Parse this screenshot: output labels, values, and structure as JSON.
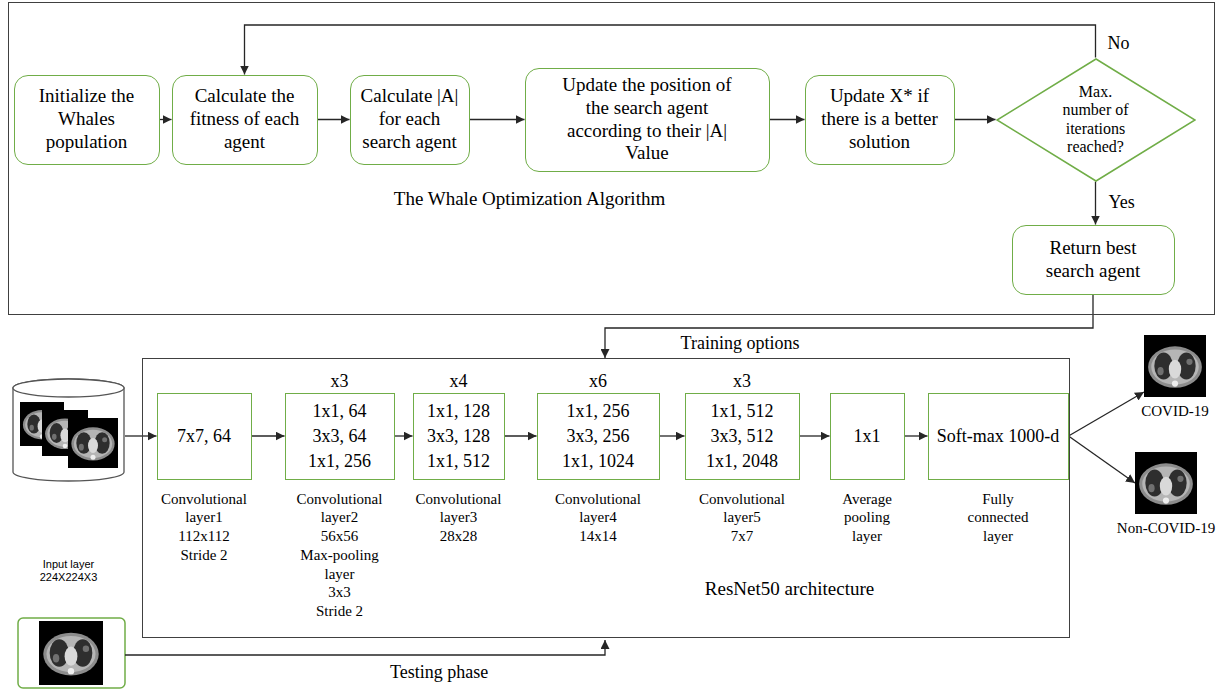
{
  "diagram": {
    "nodes": [
      {
        "text": [
          "The Whale Optimization Algorithm"
        ]
      },
      {
        "text": [
          "Initialize the Whales population"
        ],
        "in": 0
      },
      {
        "text": [
          "Calculate the fitness of each agent"
        ],
        "in": 0
      },
      {
        "text": [
          "Calculate |A| for each search agent"
        ],
        "in": 0
      },
      {
        "text": [
          "Update the position of the search agent according to their |A| Value"
        ],
        "in": 0
      },
      {
        "text": [
          "Update X* if there is a better solution"
        ],
        "in": 0
      },
      {
        "text": [
          "Max. number of iterations reached?"
        ],
        "in": 0
      },
      {
        "text": [
          "Return best search agent"
        ],
        "in": 0
      },
      {
        "text": [
          "ResNet50 architecture"
        ]
      },
      {
        "text": [
          "Input layer 224X224X3"
        ]
      },
      {
        "text": [
          "7x7, 64",
          "Convolutional layer1",
          "112x112",
          "Stride 2"
        ],
        "in": 8
      },
      {
        "text": [
          "x3",
          "1x1, 64",
          "3x3, 64",
          "1x1, 256",
          "Convolutional layer2",
          "56x56",
          "Max-pooling layer",
          "3x3",
          "Stride 2"
        ],
        "in": 8
      },
      {
        "text": [
          "x4",
          "1x1, 128",
          "3x3, 128",
          "1x1, 512",
          "Convolutional layer3",
          "28x28"
        ],
        "in": 8
      },
      {
        "text": [
          "x6",
          "1x1, 256",
          "3x3, 256",
          "1x1, 1024",
          "Convolutional layer4",
          "14x14"
        ],
        "in": 8
      },
      {
        "text": [
          "x3",
          "1x1, 512",
          "3x3, 512",
          "1x1, 2048",
          "Convolutional layer5",
          "7x7"
        ],
        "in": 8
      },
      {
        "text": [
          "1x1",
          "Average pooling layer"
        ],
        "in": 8
      },
      {
        "text": [
          "Soft-max 1000-d",
          "Fully connected layer"
        ],
        "in": 8
      },
      {
        "text": [
          "COVID-19"
        ]
      },
      {
        "text": [
          "Non-COVID-19"
        ]
      }
    ],
    "edges": [
      {
        "from": 1,
        "to": 2,
        "arrow": "to"
      },
      {
        "from": 2,
        "to": 3,
        "arrow": "to"
      },
      {
        "from": 3,
        "to": 4,
        "arrow": "to"
      },
      {
        "from": 4,
        "to": 5,
        "arrow": "to"
      },
      {
        "from": 5,
        "to": 6,
        "arrow": "to"
      },
      {
        "from": 6,
        "to": 2,
        "label": "No",
        "arrow": "to"
      },
      {
        "from": 6,
        "to": 7,
        "label": "Yes",
        "arrow": "to"
      },
      {
        "from": 7,
        "to": 8,
        "label": "Training options",
        "arrow": "to"
      },
      {
        "from": 9,
        "to": 10,
        "arrow": "to"
      },
      {
        "from": 10,
        "to": 11,
        "arrow": "to"
      },
      {
        "from": 11,
        "to": 12,
        "arrow": "to"
      },
      {
        "from": 12,
        "to": 13,
        "arrow": "to"
      },
      {
        "from": 13,
        "to": 14,
        "arrow": "to"
      },
      {
        "from": 14,
        "to": 15,
        "arrow": "to"
      },
      {
        "from": 15,
        "to": 16,
        "arrow": "to"
      },
      {
        "from": 16,
        "to": 17,
        "arrow": "to"
      },
      {
        "from": 16,
        "to": 18,
        "arrow": "to"
      }
    ],
    "labels": [
      "Testing phase"
    ]
  }
}
